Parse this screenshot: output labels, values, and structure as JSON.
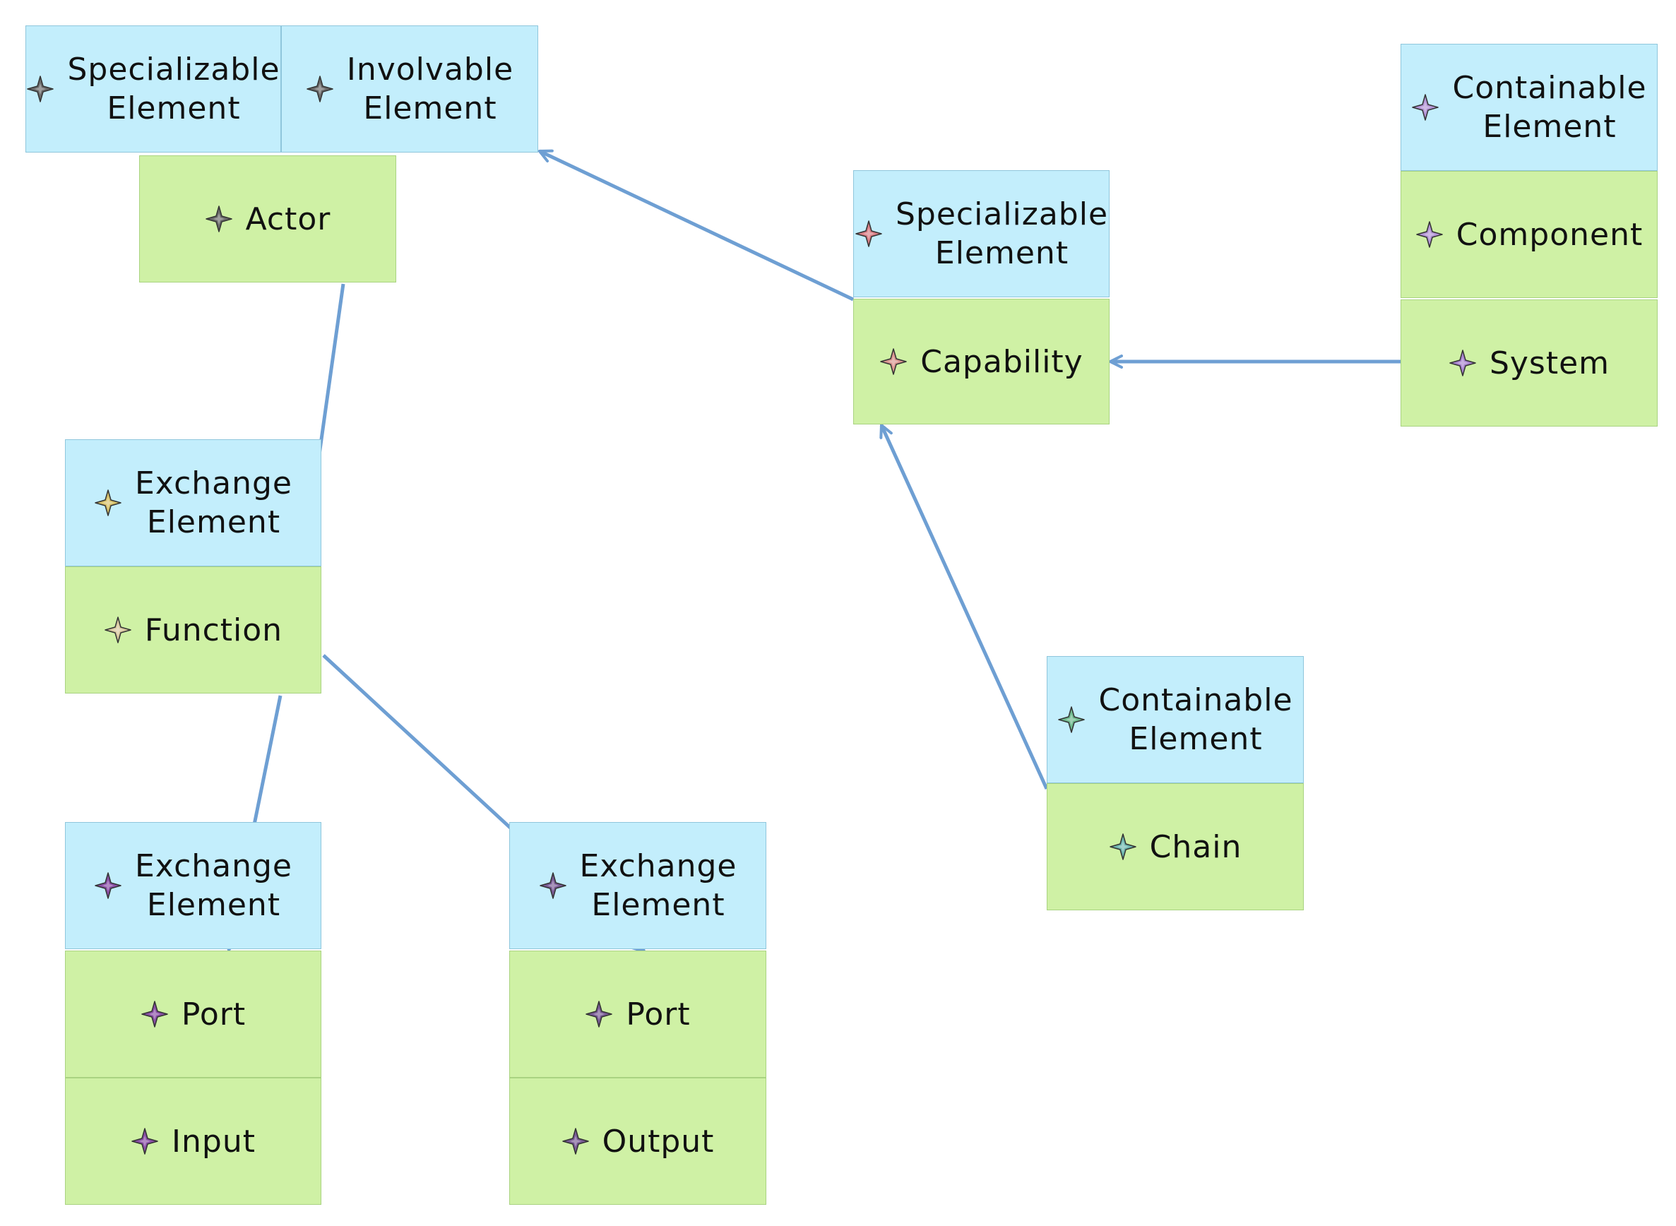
{
  "nodes": {
    "actor_stereo_1": {
      "label": "Specializable\nElement",
      "icon": "star-icon",
      "color": "#6c6c6c"
    },
    "actor_stereo_2": {
      "label": "Involvable\nElement",
      "icon": "star-icon",
      "color": "#6c6c6c"
    },
    "actor": {
      "label": "Actor",
      "icon": "star-icon",
      "color": "#6c6c6c"
    },
    "function_stereo": {
      "label": "Exchange\nElement",
      "icon": "star-icon",
      "color": "#d6c16a"
    },
    "function": {
      "label": "Function",
      "icon": "star-icon",
      "color": "#d9c9a0"
    },
    "input_stereo": {
      "label": "Exchange\nElement",
      "icon": "star-icon",
      "color": "#8a4fa6"
    },
    "input_port": {
      "label": "Port",
      "icon": "star-icon",
      "color": "#8a4fa6"
    },
    "input": {
      "label": "Input",
      "icon": "star-icon",
      "color": "#8a4fa6"
    },
    "output_stereo": {
      "label": "Exchange\nElement",
      "icon": "star-icon",
      "color": "#7a5c96"
    },
    "output_port": {
      "label": "Port",
      "icon": "star-icon",
      "color": "#7a5c96"
    },
    "output": {
      "label": "Output",
      "icon": "star-icon",
      "color": "#7a5c96"
    },
    "capability_stereo": {
      "label": "Specializable\nElement",
      "icon": "star-icon",
      "color": "#d97f86"
    },
    "capability": {
      "label": "Capability",
      "icon": "star-icon",
      "color": "#d9958f"
    },
    "system_stereo": {
      "label": "Containable\nElement",
      "icon": "star-icon",
      "color": "#b394d6"
    },
    "component": {
      "label": "Component",
      "icon": "star-icon",
      "color": "#b394d6"
    },
    "system": {
      "label": "System",
      "icon": "star-icon",
      "color": "#a985d0"
    },
    "chain_stereo": {
      "label": "Containable\nElement",
      "icon": "star-icon",
      "color": "#6fba8e"
    },
    "chain": {
      "label": "Chain",
      "icon": "star-icon",
      "color": "#6fb8b0"
    }
  },
  "edge_color": "#6e9fd3",
  "edges": [
    {
      "from": "actor",
      "to": "function_stereo"
    },
    {
      "from": "function",
      "to": "input_stereo"
    },
    {
      "from": "function",
      "to": "output_stereo"
    },
    {
      "from": "capability_stereo",
      "to": "actor_stereo_2"
    },
    {
      "from": "system",
      "to": "capability"
    },
    {
      "from": "chain_stereo",
      "to": "capability"
    }
  ]
}
